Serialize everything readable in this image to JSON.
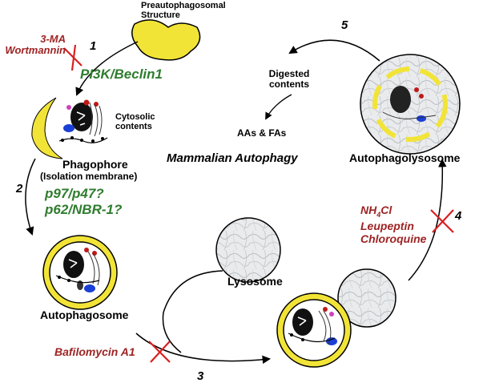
{
  "title": "Mammalian Autophagy",
  "preautophagosomal": "Preautophagosomal\nStructure",
  "inhibitors_step1": "3-MA\nWortmannin",
  "regulator_step1": "PI3K/Beclin1",
  "cytosolic": "Cytosolic\ncontents",
  "phagophore": "Phagophore",
  "isolation_membrane": "(Isolation membrane)",
  "regulators_step2": "p97/p47?\np62/NBR-1?",
  "autophagosome": "Autophagosome",
  "lysosome": "Lysosome",
  "autophagolysosome": "Autophagolysosome",
  "digested": "Digested\ncontents",
  "aas_fas": "AAs & FAs",
  "inhibitor_step3": "Bafilomycin A1",
  "inhibitors_step4_nh4": "NH",
  "inhibitors_step4_sub": "4",
  "inhibitors_step4_cl": "Cl",
  "inhibitors_step4_rest": "Leupeptin\nChloroquine",
  "steps": [
    "1",
    "2",
    "3",
    "4",
    "5"
  ],
  "colors": {
    "inhibitor": "#9e2323",
    "regulator": "#2e7d2e",
    "membrane_yellow": "#f2e437",
    "block_cross": "#d82020"
  }
}
